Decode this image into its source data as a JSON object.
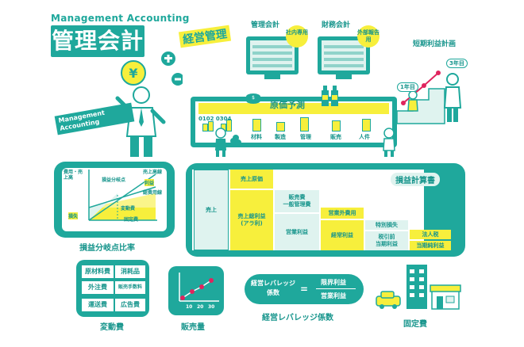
{
  "header": {
    "title_en": "Management Accounting",
    "title_jp": "管理会計",
    "tag": "経営管理"
  },
  "top": {
    "kanri_kaikei": "管理会計",
    "kanri_badge": "社内専用",
    "zaimu_kaikei": "財務会計",
    "zaimu_badge": "外部報告用",
    "tanki": "短期利益計画",
    "year1": "1年目",
    "year3": "3年目"
  },
  "person_label": "Management Accounting",
  "genka": {
    "title": "原価予測",
    "dates": "0102 0304",
    "cats": [
      "材料",
      "製造",
      "管理",
      "販売",
      "人件"
    ]
  },
  "breakeven": {
    "y_label": "費用・売上高",
    "bep": "損益分岐点",
    "sales_line": "売上高線",
    "profit": "利益",
    "total_cost": "総費用線",
    "loss": "損失",
    "variable": "変動費",
    "fixed": "固定費",
    "caption": "損益分岐点比率"
  },
  "pl": {
    "title": "損益計算書",
    "uriage": "売上",
    "cogs": "売上原価",
    "gross": "売上総利益\n(アラ利)",
    "sga": "販売費\n一般管理費",
    "op": "営業利益",
    "non_op": "営業外費用",
    "ordinary": "経常利益",
    "special_loss": "特別損失",
    "pretax": "税引前\n当期利益",
    "tax": "法人税",
    "net": "当期純利益"
  },
  "variable_costs": {
    "items": [
      "原材料費",
      "消耗品",
      "外注費",
      "販売手数料",
      "運送費",
      "広告費"
    ],
    "caption": "変動費"
  },
  "sales_chart": {
    "ticks": [
      "10",
      "20",
      "30"
    ],
    "caption": "販売量"
  },
  "leverage": {
    "left": "経営レバレッジ\n係数",
    "eq": "=",
    "num": "限界利益",
    "den": "営業利益",
    "caption": "経営レバレッジ係数"
  },
  "fixed_cost_caption": "固定費"
}
